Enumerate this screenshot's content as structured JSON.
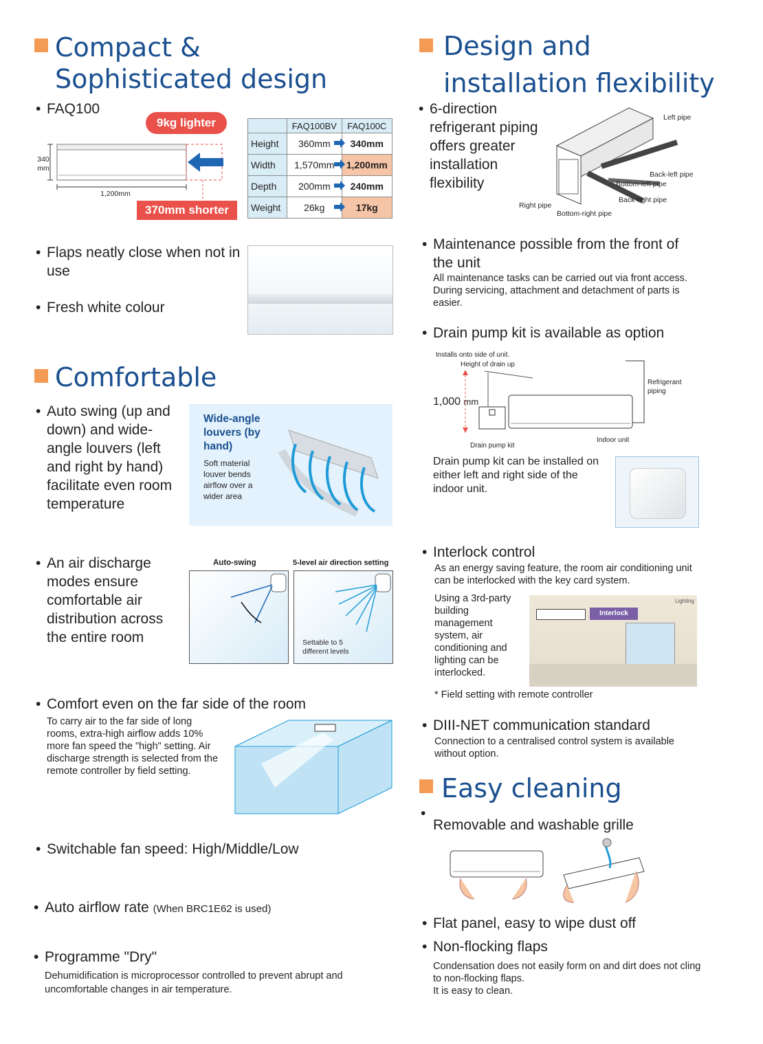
{
  "left": {
    "compact": {
      "title_line1": "Compact &",
      "title_line2": "Sophisticated design",
      "model": "FAQ100",
      "lighter_badge": "9kg lighter",
      "shorter_badge": "370mm shorter",
      "dim_height": "340",
      "dim_height_unit": "mm",
      "dim_width": "1,200mm",
      "table": {
        "headers": [
          "",
          "FAQ100BV",
          "FAQ100C"
        ],
        "rows": [
          {
            "label": "Height",
            "old": "360mm",
            "new": "340mm",
            "highlight": false
          },
          {
            "label": "Width",
            "old": "1,570mm",
            "new": "1,200mm",
            "highlight": true
          },
          {
            "label": "Depth",
            "old": "200mm",
            "new": "240mm",
            "highlight": false
          },
          {
            "label": "Weight",
            "old": "26kg",
            "new": "17kg",
            "highlight": true
          }
        ]
      },
      "flaps": "Flaps neatly close when not in use",
      "white": "Fresh white colour"
    },
    "comfortable": {
      "title": "Comfortable",
      "auto_swing": "Auto swing (up and down) and wide-angle louvers (left and right by hand) facilitate even room temperature",
      "louvers_title": "Wide-angle louvers (by hand)",
      "louvers_desc": "Soft material louver bends airflow over a wider area",
      "air_discharge": "An air discharge modes ensure comfortable air distribution across the entire room",
      "auto_swing_label": "Auto-swing",
      "five_level_label": "5-level air direction setting",
      "settable": "Settable to 5 different levels",
      "far_side": "Comfort even on the far side of the room",
      "far_side_desc": "To carry air to the far side of long rooms, extra-high airflow adds 10% more fan speed the \"high\" setting. Air discharge strength is selected from the remote controller by field setting.",
      "fan_speed": "Switchable fan speed: High/Middle/Low",
      "auto_airflow": "Auto airflow rate",
      "auto_airflow_note": "(When BRC1E62 is used)",
      "dry": "Programme \"Dry\"",
      "dry_desc": "Dehumidification is microprocessor controlled to prevent abrupt and uncomfortable changes in air temperature."
    }
  },
  "right": {
    "design": {
      "title_line1": "Design and",
      "title_line2": "installation flexibility",
      "six_direction": "6-direction refrigerant piping offers greater installation flexibility",
      "pipes": {
        "left": "Left pipe",
        "back_left": "Back-left pipe",
        "bottom_left": "Bottom-left pipe",
        "back_right": "Back-right pipe",
        "right": "Right pipe",
        "bottom_right": "Bottom-right pipe"
      },
      "maintenance": "Maintenance possible from the front of the unit",
      "maintenance_desc": "All maintenance tasks can be carried out via front access. During servicing, attachment and detachment of parts is easier.",
      "drain": "Drain pump kit is available as option",
      "drain_install_side": "Installs onto side of unit.",
      "drain_height": "Height of drain up",
      "drain_value": "1,000",
      "drain_unit": "mm",
      "refrigerant_piping": "Refrigerant piping",
      "drain_pump_kit": "Drain pump kit",
      "indoor_unit": "Indoor unit",
      "drain_desc": "Drain pump kit can be installed on either left and right side of the indoor unit.",
      "interlock": "Interlock control",
      "interlock_desc": "As an energy saving feature, the room air conditioning unit can be interlocked with the key card system.",
      "interlock_desc2": "Using a 3rd-party building management system, air conditioning and lighting can be interlocked.",
      "interlock_label": "Interlock",
      "lighting_label": "Lighting",
      "field_note": "* Field setting with remote controller",
      "diii": "DIII-NET communication standard",
      "diii_desc": "Connection to a centralised control system is available without option."
    },
    "cleaning": {
      "title": "Easy cleaning",
      "grille": "Removable and washable grille",
      "flat": "Flat panel, easy to wipe dust off",
      "non_flocking": "Non-flocking flaps",
      "non_flocking_desc1": "Condensation does not easily form on and dirt does not cling to non-flocking flaps.",
      "non_flocking_desc2": "It is easy to clean."
    }
  },
  "colors": {
    "heading": "#1a4f8f",
    "accent_square": "#f39a55",
    "badge_red": "#e9514a",
    "table_header": "#d9edf7",
    "table_highlight": "#f6c4a6",
    "arrow_blue": "#1f66b3",
    "light_blue": "#e3f2fc"
  }
}
